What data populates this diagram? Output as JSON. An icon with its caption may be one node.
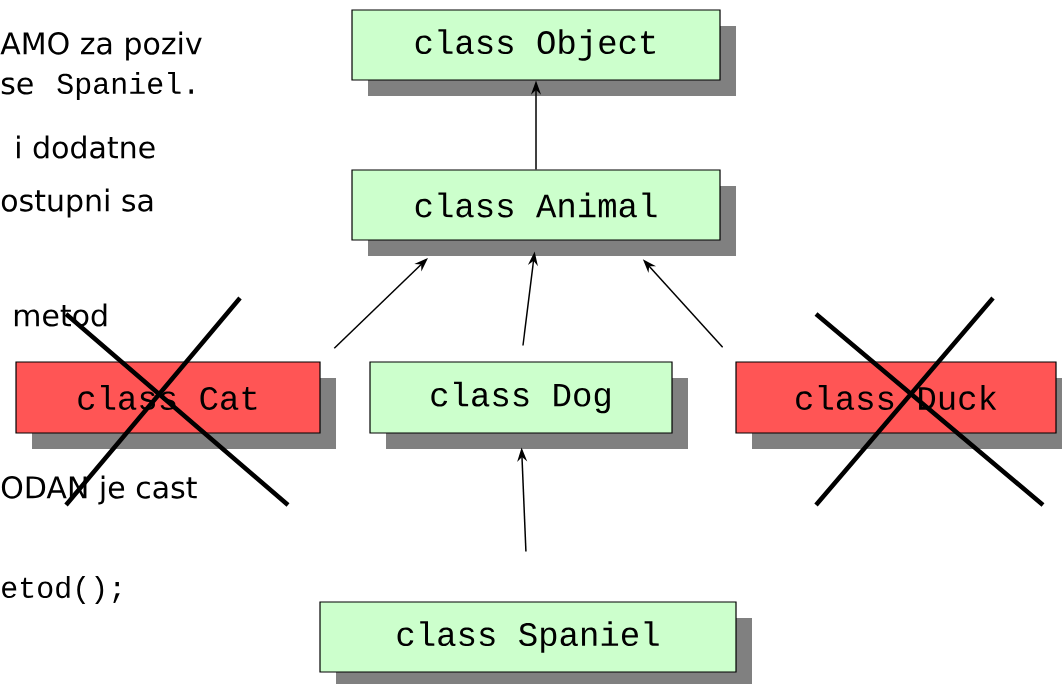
{
  "diagram": {
    "nodes": [
      {
        "text": [
          "class Object"
        ]
      },
      {
        "text": [
          "class Animal"
        ]
      },
      {
        "text": [
          "class Cat"
        ]
      },
      {
        "text": [
          "class Dog"
        ]
      },
      {
        "text": [
          "class Duck"
        ]
      },
      {
        "text": [
          "class Spaniel"
        ]
      }
    ],
    "edges": [
      {
        "from": 1,
        "to": 0,
        "arrow": "to"
      },
      {
        "from": 2,
        "to": 1,
        "arrow": "to"
      },
      {
        "from": 3,
        "to": 1,
        "arrow": "to"
      },
      {
        "from": 4,
        "to": 1,
        "arrow": "to"
      },
      {
        "from": 5,
        "to": 3,
        "arrow": "to"
      }
    ],
    "labels": [
      "AMO za poziv",
      "se",
      "Spaniel.",
      "i dodatne",
      "ostupni sa",
      "metod",
      "ODAN je cast",
      "etod();"
    ]
  }
}
